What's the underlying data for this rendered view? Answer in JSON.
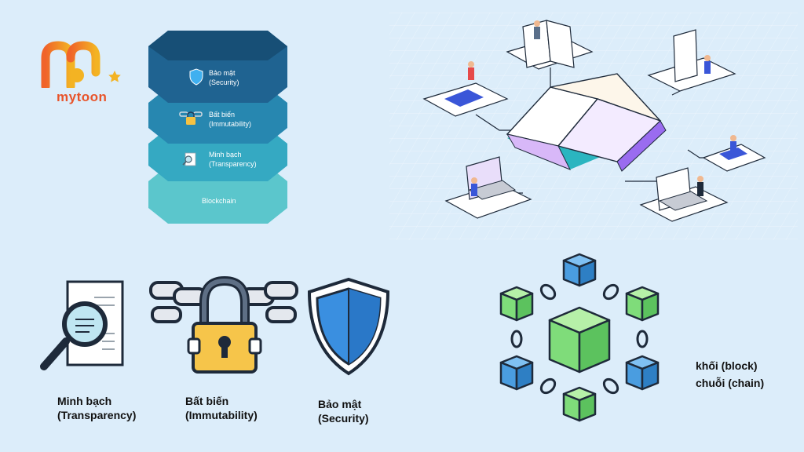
{
  "logo": {
    "text": "mytoon"
  },
  "stack": {
    "security_title": "Bảo mật",
    "security_sub": "(Security)",
    "immutability_title": "Bất biến",
    "immutability_sub": "(Immutability)",
    "transparency_title": "Minh bạch",
    "transparency_sub": "(Transparency)",
    "base": "Blockchain"
  },
  "features": {
    "transparency_title": "Minh bạch",
    "transparency_sub": "(Transparency)",
    "immutability_title": "Bất biến",
    "immutability_sub": "(Immutability)",
    "security_title": "Bảo mật",
    "security_sub": "(Security)"
  },
  "legend": {
    "block": "khối (block)",
    "chain": "chuỗi (chain)"
  },
  "colors": {
    "background": "#dcedfa",
    "layer_security": "#1f6391",
    "layer_immutability": "#2787b0",
    "layer_transparency": "#35a9c2",
    "layer_base": "#5bc6cc",
    "logo": "#e8542a",
    "cube_blue": "#4a9de0",
    "cube_green": "#7fdc7a"
  }
}
